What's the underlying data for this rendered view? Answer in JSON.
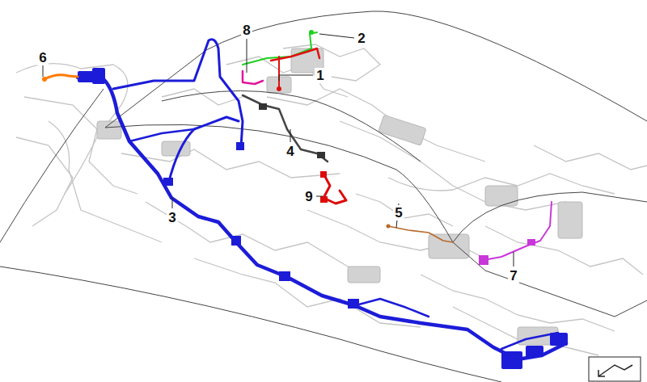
{
  "diagram": {
    "labels": [
      "8",
      "2",
      "6",
      "1",
      "4",
      "9",
      "3",
      "5",
      "7"
    ]
  }
}
